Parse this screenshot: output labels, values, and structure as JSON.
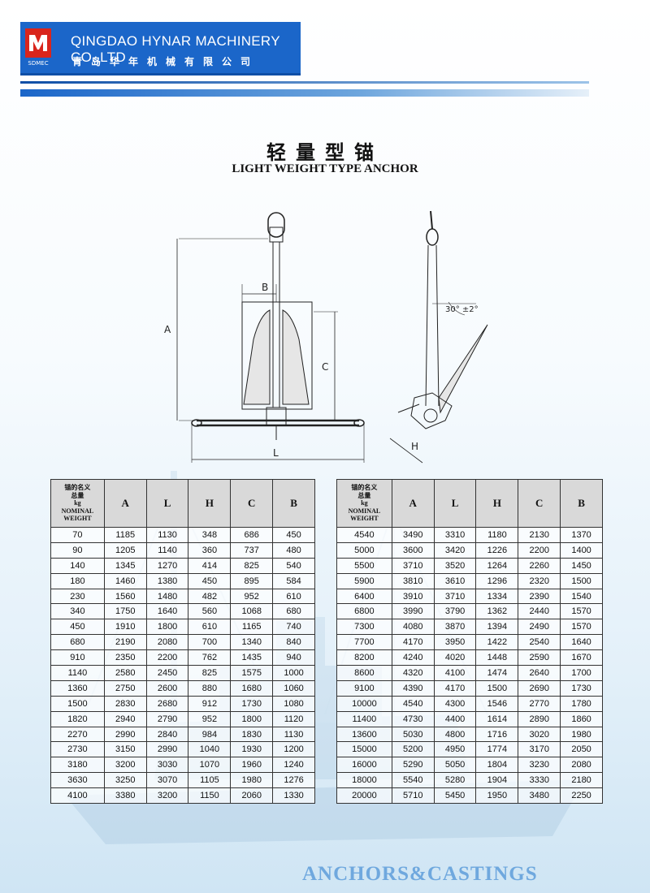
{
  "header": {
    "company_en": "QINGDAO HYNAR MACHINERY CO.,LTD",
    "company_cn": "青岛华年机械有限公司",
    "logo_text": "SDMEC",
    "brand_color": "#1b66c9"
  },
  "title": {
    "cn": "轻量型锚",
    "en": "LIGHT WEIGHT TYPE ANCHOR"
  },
  "drawing": {
    "labels": {
      "a": "A",
      "b": "B",
      "c": "C",
      "l": "L",
      "h": "H",
      "angle": "30° ±2°"
    }
  },
  "table": {
    "headers": {
      "weight_cn1": "锚的名义",
      "weight_cn2": "总量",
      "weight_unit": "kg",
      "weight_en1": "NOMINAL",
      "weight_en2": "WEIGHT",
      "a": "A",
      "l": "L",
      "h": "H",
      "c": "C",
      "b": "B"
    },
    "left_rows": [
      [
        "70",
        "1185",
        "1130",
        "348",
        "686",
        "450"
      ],
      [
        "90",
        "1205",
        "1140",
        "360",
        "737",
        "480"
      ],
      [
        "140",
        "1345",
        "1270",
        "414",
        "825",
        "540"
      ],
      [
        "180",
        "1460",
        "1380",
        "450",
        "895",
        "584"
      ],
      [
        "230",
        "1560",
        "1480",
        "482",
        "952",
        "610"
      ],
      [
        "340",
        "1750",
        "1640",
        "560",
        "1068",
        "680"
      ],
      [
        "450",
        "1910",
        "1800",
        "610",
        "1165",
        "740"
      ],
      [
        "680",
        "2190",
        "2080",
        "700",
        "1340",
        "840"
      ],
      [
        "910",
        "2350",
        "2200",
        "762",
        "1435",
        "940"
      ],
      [
        "1140",
        "2580",
        "2450",
        "825",
        "1575",
        "1000"
      ],
      [
        "1360",
        "2750",
        "2600",
        "880",
        "1680",
        "1060"
      ],
      [
        "1500",
        "2830",
        "2680",
        "912",
        "1730",
        "1080"
      ],
      [
        "1820",
        "2940",
        "2790",
        "952",
        "1800",
        "1120"
      ],
      [
        "2270",
        "2990",
        "2840",
        "984",
        "1830",
        "1130"
      ],
      [
        "2730",
        "3150",
        "2990",
        "1040",
        "1930",
        "1200"
      ],
      [
        "3180",
        "3200",
        "3030",
        "1070",
        "1960",
        "1240"
      ],
      [
        "3630",
        "3250",
        "3070",
        "1105",
        "1980",
        "1276"
      ],
      [
        "4100",
        "3380",
        "3200",
        "1150",
        "2060",
        "1330"
      ]
    ],
    "right_rows": [
      [
        "4540",
        "3490",
        "3310",
        "1180",
        "2130",
        "1370"
      ],
      [
        "5000",
        "3600",
        "3420",
        "1226",
        "2200",
        "1400"
      ],
      [
        "5500",
        "3710",
        "3520",
        "1264",
        "2260",
        "1450"
      ],
      [
        "5900",
        "3810",
        "3610",
        "1296",
        "2320",
        "1500"
      ],
      [
        "6400",
        "3910",
        "3710",
        "1334",
        "2390",
        "1540"
      ],
      [
        "6800",
        "3990",
        "3790",
        "1362",
        "2440",
        "1570"
      ],
      [
        "7300",
        "4080",
        "3870",
        "1394",
        "2490",
        "1570"
      ],
      [
        "7700",
        "4170",
        "3950",
        "1422",
        "2540",
        "1640"
      ],
      [
        "8200",
        "4240",
        "4020",
        "1448",
        "2590",
        "1670"
      ],
      [
        "8600",
        "4320",
        "4100",
        "1474",
        "2640",
        "1700"
      ],
      [
        "9100",
        "4390",
        "4170",
        "1500",
        "2690",
        "1730"
      ],
      [
        "10000",
        "4540",
        "4300",
        "1546",
        "2770",
        "1780"
      ],
      [
        "11400",
        "4730",
        "4400",
        "1614",
        "2890",
        "1860"
      ],
      [
        "13600",
        "5030",
        "4800",
        "1716",
        "3020",
        "1980"
      ],
      [
        "15000",
        "5200",
        "4950",
        "1774",
        "3170",
        "2050"
      ],
      [
        "16000",
        "5290",
        "5050",
        "1804",
        "3230",
        "2080"
      ],
      [
        "18000",
        "5540",
        "5280",
        "1904",
        "3330",
        "2180"
      ],
      [
        "20000",
        "5710",
        "5450",
        "1950",
        "3480",
        "2250"
      ]
    ]
  },
  "footer": {
    "text": "ANCHORS&CASTINGS"
  }
}
